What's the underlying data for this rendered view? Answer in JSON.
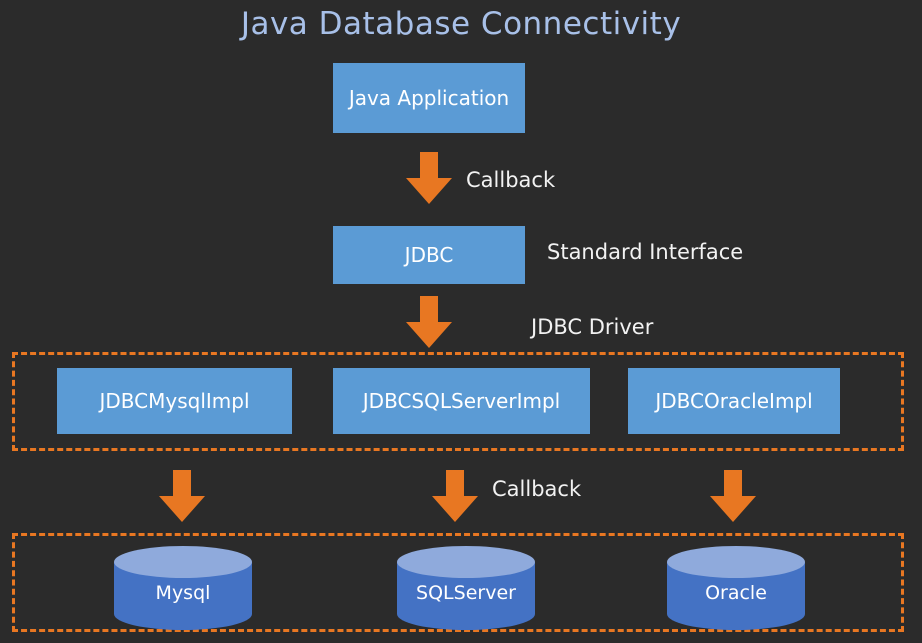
{
  "diagram": {
    "title": "Java Database Connectivity",
    "background_color": "#2b2b2b",
    "title_color": "#a8c0e8",
    "box_color": "#5b9bd5",
    "arrow_color": "#e87722",
    "dashed_border_color": "#e87722",
    "cylinder_color": "#4472c4",
    "cylinder_top_color": "#8faadc",
    "text_color": "#ffffff"
  },
  "nodes": {
    "java_application": "Java Application",
    "jdbc": "JDBC",
    "impl_mysql": "JDBCMysqlImpl",
    "impl_sqlserver": "JDBCSQLServerImpl",
    "impl_oracle": "JDBCOracleImpl"
  },
  "databases": [
    {
      "label": "Mysql"
    },
    {
      "label": "SQLServer"
    },
    {
      "label": "Oracle"
    }
  ],
  "captions": {
    "callback_top": "Callback",
    "standard_interface": "Standard Interface",
    "jdbc_driver": "JDBC Driver",
    "callback_bottom": "Callback"
  },
  "chart_data": {
    "type": "diagram",
    "title": "Java Database Connectivity",
    "layers": [
      {
        "name": "application",
        "nodes": [
          "Java Application"
        ]
      },
      {
        "name": "api",
        "nodes": [
          "JDBC"
        ],
        "annotation": "Standard Interface"
      },
      {
        "name": "drivers",
        "group": "JDBC Driver",
        "nodes": [
          "JDBCMysqlImpl",
          "JDBCSQLServerImpl",
          "JDBCOracleImpl"
        ]
      },
      {
        "name": "databases",
        "nodes": [
          "Mysql",
          "SQLServer",
          "Oracle"
        ]
      }
    ],
    "edges": [
      {
        "from": "Java Application",
        "to": "JDBC",
        "label": "Callback"
      },
      {
        "from": "JDBC",
        "to": "JDBC Driver",
        "label": ""
      },
      {
        "from": "JDBCMysqlImpl",
        "to": "Mysql",
        "label": ""
      },
      {
        "from": "JDBCSQLServerImpl",
        "to": "SQLServer",
        "label": "Callback"
      },
      {
        "from": "JDBCOracleImpl",
        "to": "Oracle",
        "label": ""
      }
    ]
  }
}
